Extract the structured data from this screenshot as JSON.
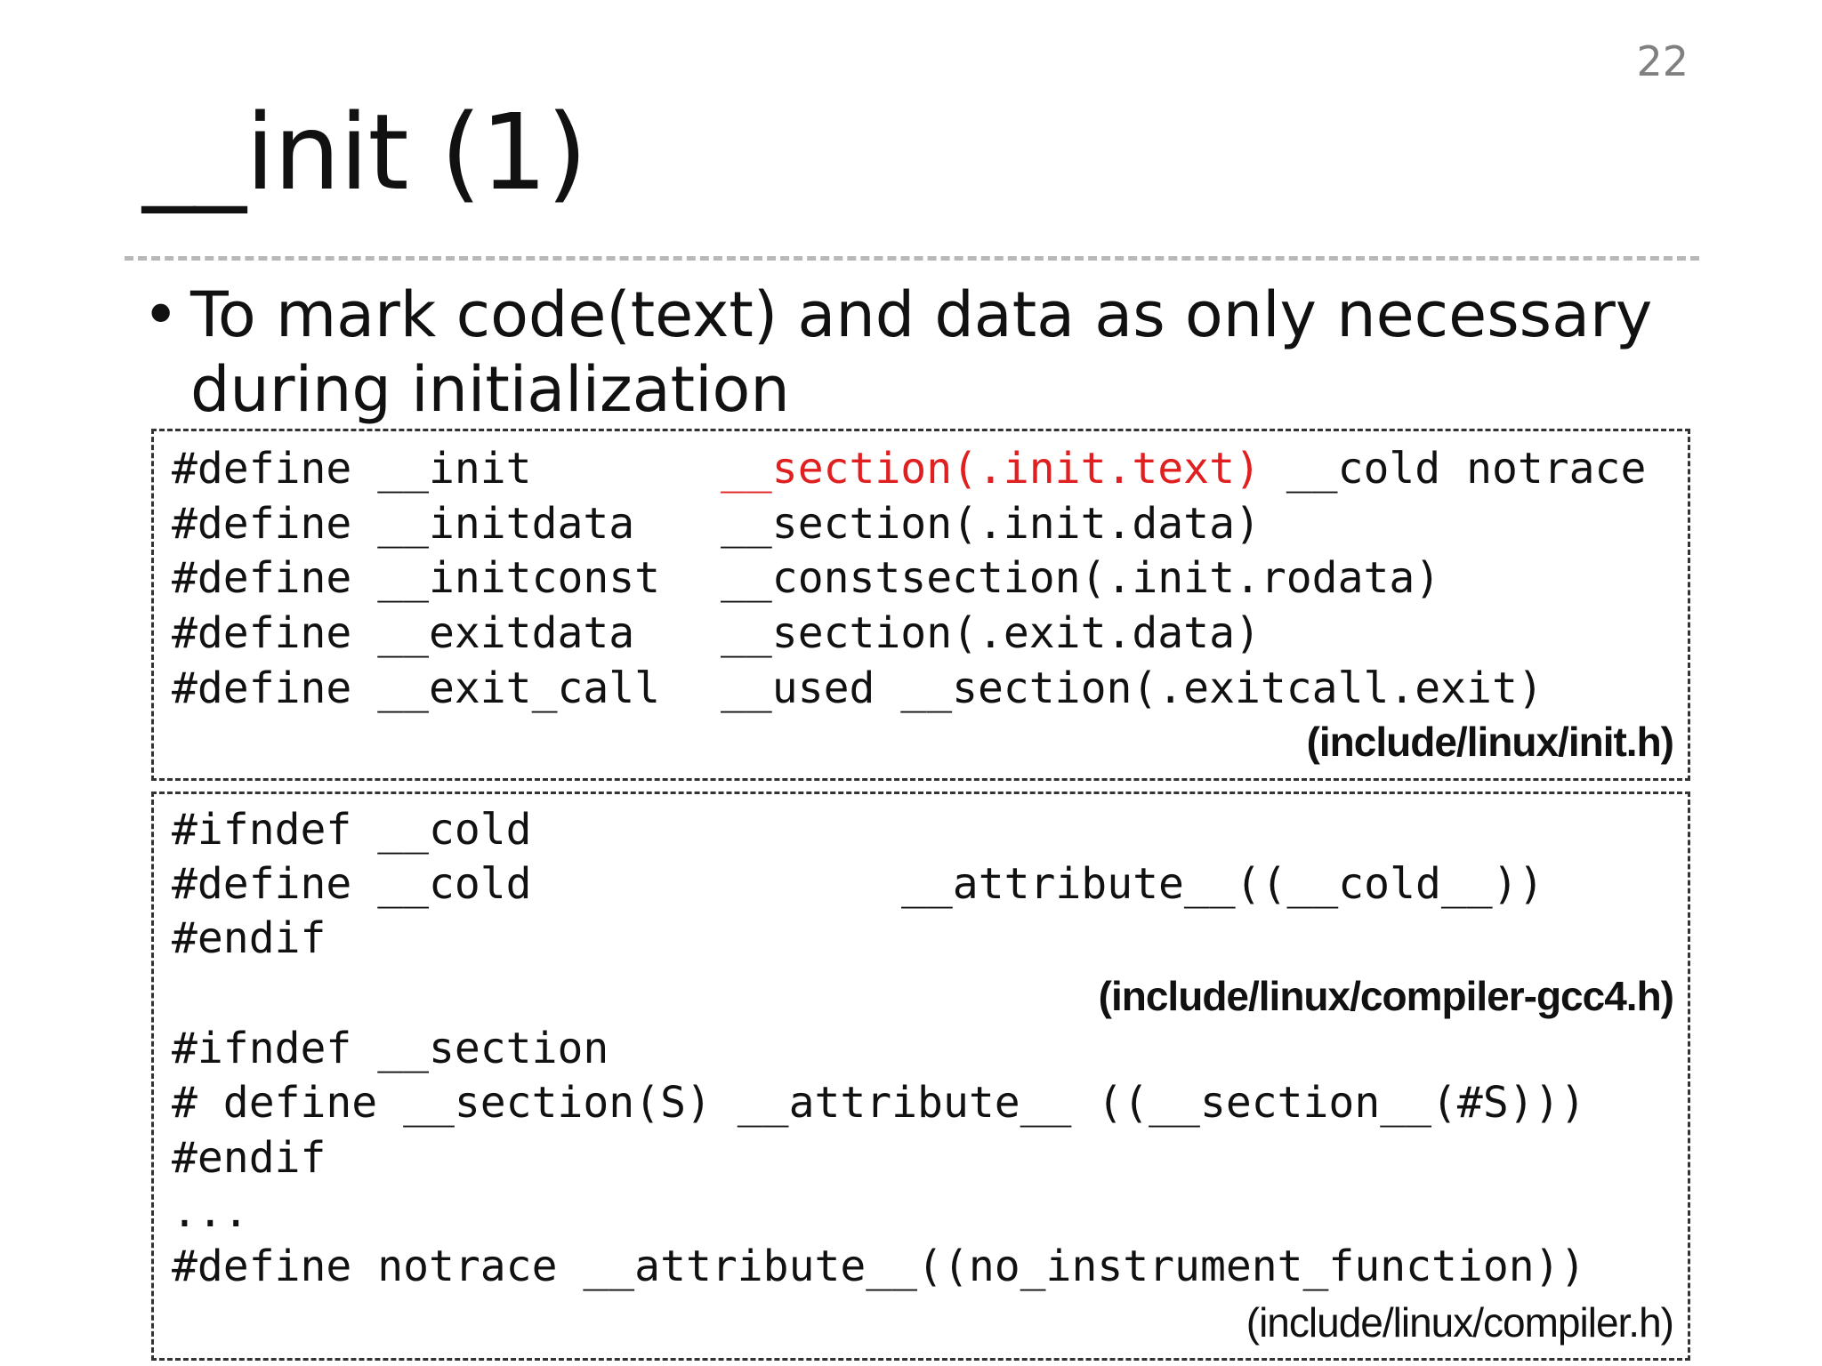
{
  "slide": {
    "number": "22",
    "title": "__init (1)",
    "bullet_marker": "•",
    "bullet_text": "To mark code(text) and data as only necessary during initialization"
  },
  "box1": {
    "lines": [
      {
        "name": "#define __init",
        "value_red": "__section(.init.text)",
        "value_rest": " __cold notrace"
      },
      {
        "name": "#define __initdata",
        "value": "__section(.init.data)"
      },
      {
        "name": "#define __initconst",
        "value": "__constsection(.init.rodata)"
      },
      {
        "name": "#define __exitdata",
        "value": "__section(.exit.data)"
      },
      {
        "name": "#define __exit_call",
        "value": "__used __section(.exitcall.exit)"
      }
    ],
    "source": "(include/linux/init.h)"
  },
  "box2": {
    "line1": "#ifndef __cold",
    "line2_name": "#define __cold",
    "line2_value": "__attribute__((__cold__))",
    "line3": "#endif",
    "source1": "(include/linux/compiler-gcc4.h)",
    "line4": "#ifndef __section",
    "line5": "# define __section(S) __attribute__ ((__section__(#S)))",
    "line6": "#endif",
    "line7": "...",
    "line8": "#define notrace __attribute__((no_instrument_function))",
    "source2": "(include/linux/compiler.h)"
  },
  "colors": {
    "highlight": "#e02020",
    "divider": "#b8b8b8",
    "slide_number": "#808080"
  }
}
